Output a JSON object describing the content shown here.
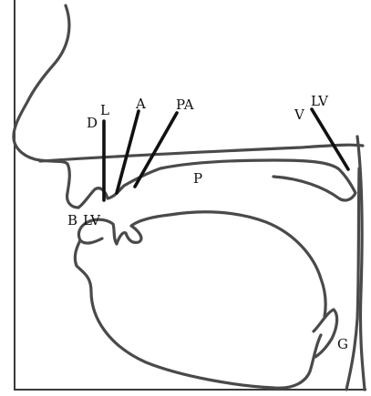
{
  "labels": {
    "D": "D",
    "L": "L",
    "A": "A",
    "PA": "PA",
    "V": "V",
    "LV_velar": "LV",
    "P": "P",
    "B": "B",
    "LV_labial": "LV",
    "G": "G"
  },
  "colors": {
    "contour": "#4a4a4a",
    "pointer": "#111111",
    "frame": "#3a3a3a",
    "background": "#ffffff"
  }
}
